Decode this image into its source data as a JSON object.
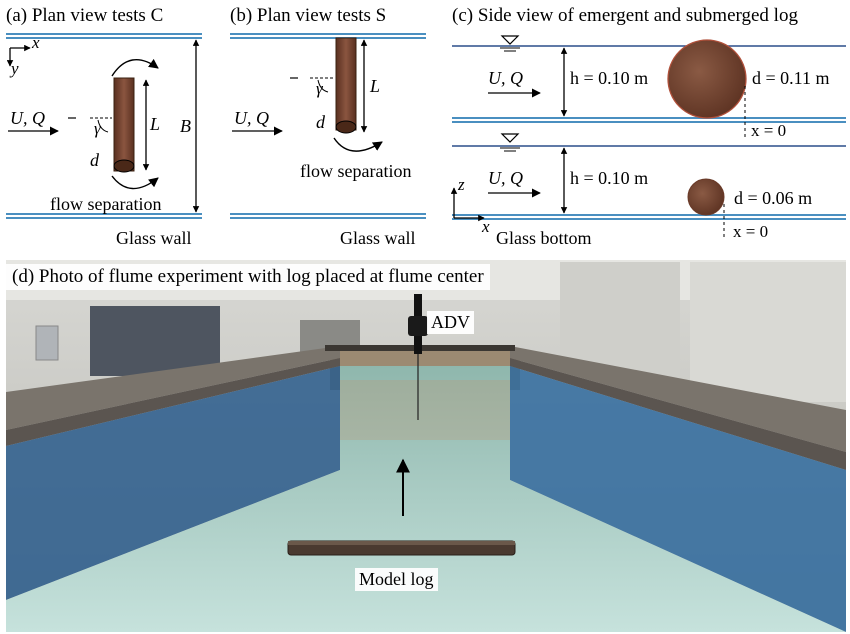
{
  "panel_a": {
    "title": "(a) Plan view tests C",
    "x_axis": "x",
    "y_axis": "y",
    "flow": "U, Q",
    "angle": "γ",
    "length": "L",
    "width": "B",
    "diameter": "d",
    "separation": "flow separation",
    "wall": "Glass wall"
  },
  "panel_b": {
    "title": "(b) Plan view tests S",
    "flow": "U, Q",
    "angle": "γ",
    "length": "L",
    "diameter": "d",
    "separation": "flow separation",
    "wall": "Glass wall"
  },
  "panel_c": {
    "title": "(c) Side view of emergent and submerged log",
    "flow_top": "U, Q",
    "depth_top": "h = 0.10 m",
    "diam_top": "d = 0.11 m",
    "x0_top": "x = 0",
    "flow_bottom": "U, Q",
    "depth_bottom": "h = 0.10 m",
    "diam_bottom": "d = 0.06 m",
    "x0_bottom": "x = 0",
    "z_axis": "z",
    "x_axis": "x",
    "bottom": "Glass bottom"
  },
  "panel_d": {
    "title": "(d) Photo of flume experiment with log placed at flume center",
    "adv": "ADV",
    "log": "Model log"
  },
  "colors": {
    "wall_blue": "#4a8fc0",
    "log_fill": "#7a4630",
    "water": "#a9cfc8",
    "panel_blue": "#2c4f8a"
  }
}
